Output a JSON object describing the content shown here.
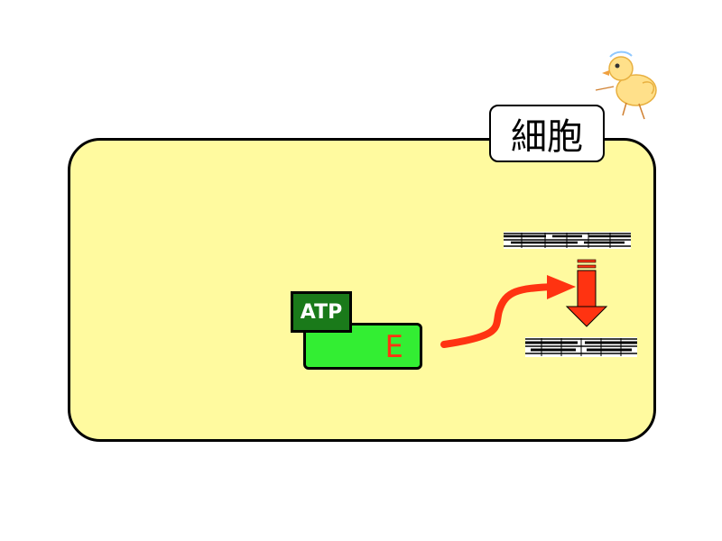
{
  "cell": {
    "label": "細胞",
    "fill": "#fffa9f"
  },
  "enzyme": {
    "label": "E",
    "fill": "#33ee33",
    "label_color": "#ff3311"
  },
  "atp": {
    "label": "ATP",
    "fill": "#1a7a1a"
  },
  "arrows": {
    "color": "#ff3311"
  },
  "icons": [
    "chick-icon"
  ]
}
